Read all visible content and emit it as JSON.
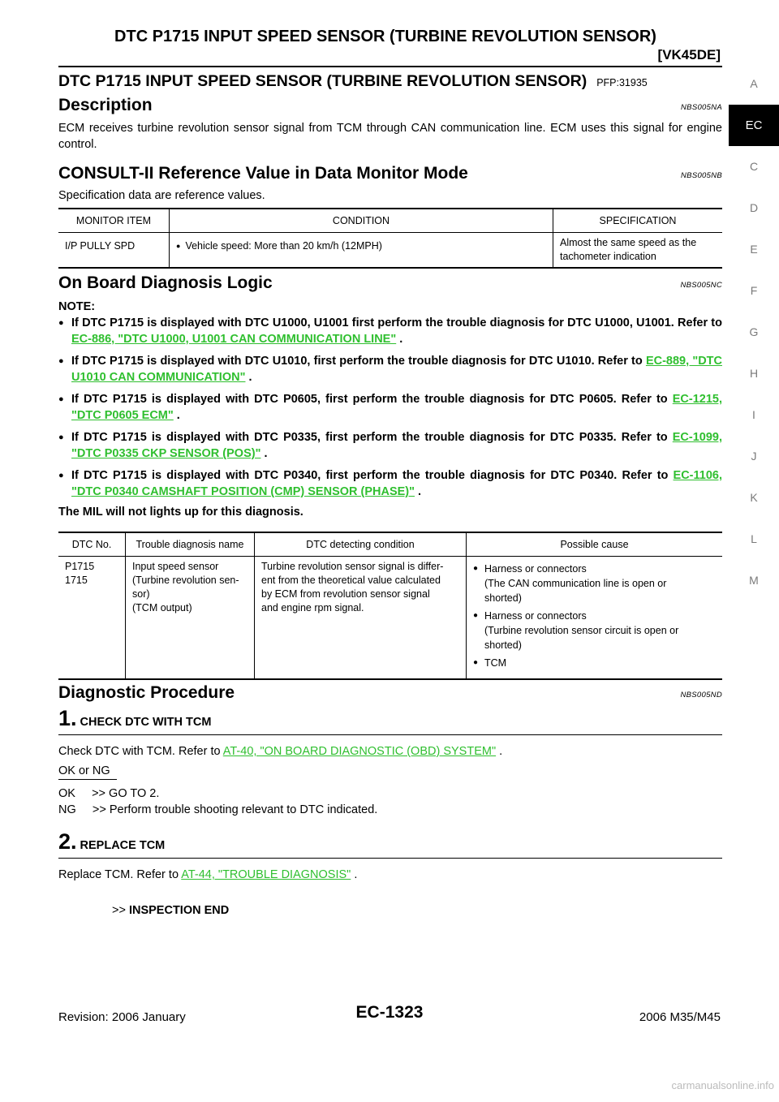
{
  "header": {
    "title": "DTC P1715 INPUT SPEED SENSOR (TURBINE REVOLUTION SENSOR)",
    "engine": "[VK45DE]"
  },
  "side_tabs": [
    "A",
    "EC",
    "C",
    "D",
    "E",
    "F",
    "G",
    "H",
    "I",
    "J",
    "K",
    "L",
    "M"
  ],
  "main_title": "DTC P1715 INPUT SPEED SENSOR (TURBINE REVOLUTION SENSOR)",
  "main_code": "PFP:31935",
  "description": {
    "title": "Description",
    "code": "NBS005NA",
    "text": "ECM receives turbine revolution sensor signal from TCM through CAN communication line. ECM uses this signal for engine control."
  },
  "consult": {
    "title": "CONSULT-II Reference Value in Data Monitor Mode",
    "code": "NBS005NB",
    "intro": "Specification data are reference values.",
    "headers": [
      "MONITOR ITEM",
      "CONDITION",
      "SPECIFICATION"
    ],
    "row": {
      "item": "I/P PULLY SPD",
      "condition": "Vehicle speed: More than 20 km/h (12MPH)",
      "spec_line1": "Almost the same speed as the",
      "spec_line2": "tachometer indication"
    }
  },
  "obd": {
    "title": "On Board Diagnosis Logic",
    "code": "NBS005NC",
    "note_label": "NOTE:",
    "notes": [
      {
        "text": "If DTC P1715 is displayed with DTC U1000, U1001 first perform the trouble diagnosis for DTC U1000, U1001. Refer to ",
        "link": "EC-886, \"DTC U1000, U1001 CAN COMMUNICATION LINE\"",
        "tail": " ."
      },
      {
        "text": "If DTC P1715 is displayed with DTC U1010, first perform the trouble diagnosis for DTC U1010. Refer to ",
        "link": "EC-889, \"DTC U1010 CAN COMMUNICATION\"",
        "tail": " ."
      },
      {
        "text": "If DTC P1715 is displayed with DTC P0605, first perform the trouble diagnosis for DTC P0605. Refer to ",
        "link": "EC-1215, \"DTC P0605 ECM\"",
        "tail": " ."
      },
      {
        "text": "If DTC P1715 is displayed with DTC P0335, first perform the trouble diagnosis for DTC P0335. Refer to ",
        "link": "EC-1099, \"DTC P0335 CKP SENSOR (POS)\"",
        "tail": " ."
      },
      {
        "text": "If DTC P1715 is displayed with DTC P0340, first perform the trouble diagnosis for DTC P0340. Refer to ",
        "link": "EC-1106, \"DTC P0340 CAMSHAFT POSITION (CMP) SENSOR (PHASE)\"",
        "tail": " ."
      }
    ],
    "mil_text": "The MIL will not lights up for this diagnosis.",
    "table_headers": [
      "DTC No.",
      "Trouble diagnosis name",
      "DTC detecting condition",
      "Possible cause"
    ],
    "row": {
      "dtc1": "P1715",
      "dtc2": "1715",
      "name": [
        "Input speed sensor",
        "(Turbine revolution sen-",
        "sor)",
        "(TCM output)"
      ],
      "condition": [
        "Turbine revolution sensor signal is differ-",
        "ent from the theoretical value calculated",
        "by ECM from revolution sensor signal",
        "and engine rpm signal."
      ],
      "causes": [
        [
          "Harness or connectors",
          "(The CAN communication line is open or",
          "shorted)"
        ],
        [
          "Harness or connectors",
          "(Turbine revolution sensor circuit is open or",
          "shorted)"
        ],
        [
          "TCM"
        ]
      ]
    }
  },
  "procedure": {
    "title": "Diagnostic Procedure",
    "code": "NBS005ND",
    "step1": {
      "num": "1.",
      "title": "CHECK DTC WITH TCM",
      "text": "Check DTC with TCM. Refer to ",
      "link": "AT-40, \"ON BOARD DIAGNOSTIC (OBD) SYSTEM\"",
      "tail": " .",
      "ok_ng": "OK or NG",
      "ok": "OK     >> GO TO 2.",
      "ng": "NG     >> Perform trouble shooting relevant to DTC indicated."
    },
    "step2": {
      "num": "2.",
      "title": "REPLACE TCM",
      "text": "Replace TCM. Refer to ",
      "link": "AT-44, \"TROUBLE DIAGNOSIS\"",
      "tail": " .",
      "end_prefix": ">> ",
      "end": "INSPECTION END"
    }
  },
  "footer": {
    "revision": "Revision: 2006 January",
    "page": "EC-1323",
    "model": "2006 M35/M45",
    "watermark": "carmanualsonline.info"
  }
}
